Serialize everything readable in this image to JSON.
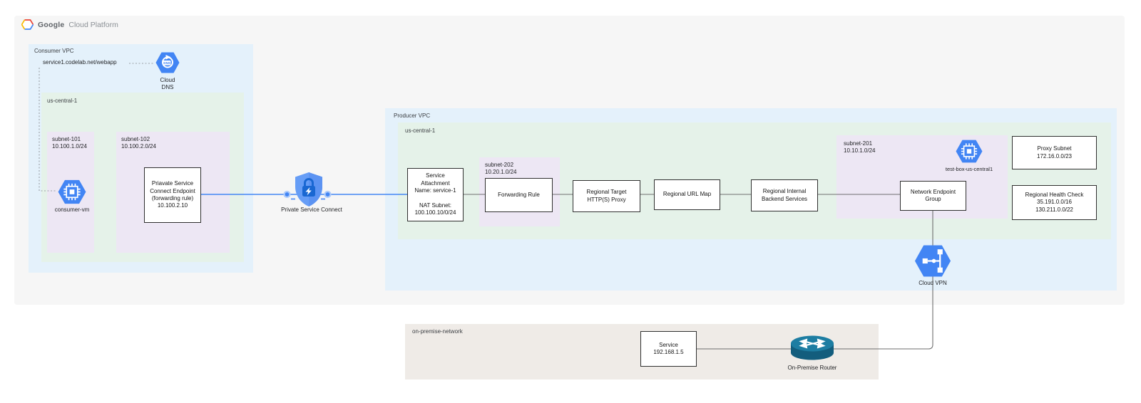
{
  "header": {
    "logo_part1": "Google",
    "logo_part2": "Cloud Platform"
  },
  "consumer_vpc": {
    "label": "Consumer VPC",
    "dns_record": "service1.codelab.net/webapp",
    "cloud_dns_label": "Cloud\nDNS",
    "cloud_dns_badge": "DNS",
    "region_label": "us-central-1",
    "subnet_101": {
      "name": "subnet-101",
      "cidr": "10.100.1.0/24",
      "vm_label": "consumer-vm"
    },
    "subnet_102": {
      "name": "subnet-102",
      "cidr": "10.100.2.0/24",
      "endpoint_text": "Priavate Service\nConnect Endpoint\n(forwarding rule)\n10.100.2.10"
    }
  },
  "psc": {
    "label": "Private Service Connect"
  },
  "producer_vpc": {
    "label": "Producer VPC",
    "region_label": "us-central-1",
    "service_attachment_text": "Service\nAttachment\nName: service-1\n\nNAT Subnet:\n100.100.10/0/24",
    "subnet_202": {
      "name": "subnet-202",
      "cidr": "10.20.1.0/24",
      "forwarding_rule": "Forwarding Rule"
    },
    "regional_target_proxy": "Regional Target\nHTTP(S) Proxy",
    "regional_url_map": "Regional URL Map",
    "regional_internal_backend": "Regional Internal\nBackend Services",
    "subnet_201": {
      "name": "subnet-201",
      "cidr": "10.10.1.0/24",
      "vm_label": "test-box-us-central1",
      "neg_text": "Network Endpoint\nGroup"
    },
    "proxy_subnet_text": "Proxy Subnet\n172.16.0.0/23",
    "health_check_text": "Regional Health Check\n35.191.0.0/16\n130.211.0.0/22",
    "cloud_vpn_label": "Cloud VPN"
  },
  "on_premise": {
    "label": "on-premise-network",
    "service_text": "Service\n192.168.1.5",
    "router_label": "On-Premise Router"
  },
  "colors": {
    "region_blue": "#e4f1fb",
    "region_green": "#e5f2e9",
    "region_lavender": "#ede7f4",
    "region_beige": "#efebe7",
    "panel_gray": "#f6f6f6",
    "gcp_blue": "#4285f4",
    "psc_lock_blue": "#1967d2",
    "connector_gray": "#6e6e6e",
    "connector_blue": "#4285f4",
    "router_teal": "#14617f"
  }
}
